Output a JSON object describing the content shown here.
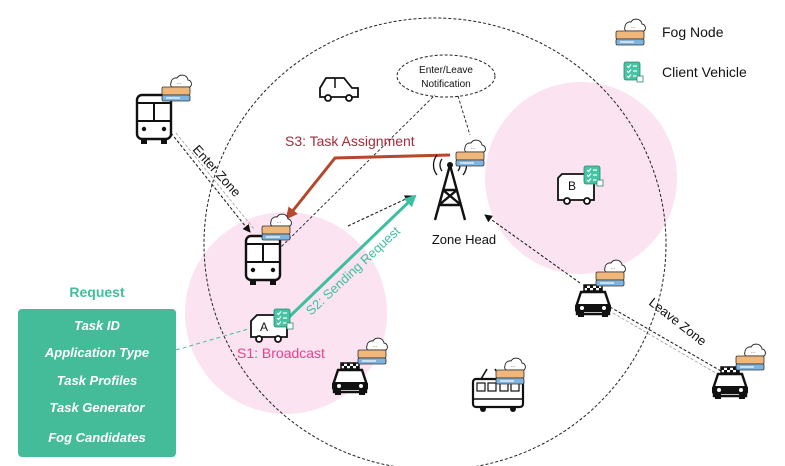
{
  "legend": {
    "fog_node": "Fog Node",
    "client_vehicle": "Client Vehicle"
  },
  "labels": {
    "enter_leave": [
      "Enter/Leave",
      "Notification"
    ],
    "task_assignment": "S3: Task Assignment",
    "sending_request": "S2: Sending Request",
    "broadcast": "S1: Broadcast",
    "zone_head": "Zone Head",
    "enter_zone": "Enter Zone",
    "leave_zone": "Leave Zone",
    "vehicle_a": "A",
    "vehicle_b": "B"
  },
  "request": {
    "title": "Request",
    "items": [
      "Task ID",
      "Application Type",
      "Task Profiles",
      "Task Generator",
      "Fog Candidates"
    ]
  },
  "colors": {
    "task_assignment": "#b5472a",
    "sending_request": "#3fbfa0",
    "broadcast": "#e8418c",
    "zone_fill": "#fbe3f2",
    "request_box": "#44bc99",
    "assignment_label": "#a52a3a"
  }
}
